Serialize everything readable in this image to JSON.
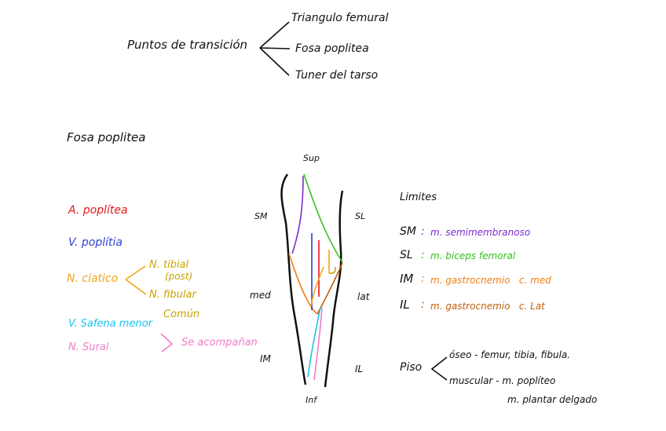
{
  "top": {
    "root": "Puntos de transición",
    "branches": [
      "Triangulo femural",
      "Fosa poplitea",
      "Tuner del tarso"
    ]
  },
  "section_title": "Fosa poplitea",
  "left": {
    "arteria": "A. poplítea",
    "vena": "V. poplítia",
    "nervio_ciatico": "N. ciatico",
    "tibial": "N. tibial",
    "tibial_post": "(post)",
    "fibular": "N. fibular",
    "fibular_comun": "Común",
    "safena": "V. Safena menor",
    "sural": "N. Sural",
    "acompanan": "Se acompañan"
  },
  "figure": {
    "sup": "Sup",
    "inf": "Inf",
    "sm": "SM",
    "sl": "SL",
    "med": "med",
    "lat": "lat",
    "im": "IM",
    "il": "IL"
  },
  "limits": {
    "title": "Limites",
    "items": [
      {
        "key": "SM",
        "sep": ":",
        "value": "m. semimembranoso"
      },
      {
        "key": "SL",
        "sep": ":",
        "value": "m. biceps femoral"
      },
      {
        "key": "IM",
        "sep": ":",
        "value": "m. gastrocnemio   c. med"
      },
      {
        "key": "IL",
        "sep": ":",
        "value": "m. gastrocnemio   c. Lat"
      }
    ]
  },
  "piso": {
    "label": "Piso",
    "oseo": "óseo - femur, tibia, fibula.",
    "muscular": "muscular - m. poplíteo",
    "plantar": "m. plantar delgado"
  },
  "colors": {
    "arteria": "#e8141c",
    "vena": "#2a3fd6",
    "ciatico": "#f2a516",
    "tibial_fibular": "#c9a400",
    "safena": "#19c3f0",
    "sural": "#f07cc8",
    "semimembranoso": "#7a2bd0",
    "biceps": "#34c21c",
    "gastro_med": "#f07e14",
    "gastro_lat": "#c0600a"
  }
}
